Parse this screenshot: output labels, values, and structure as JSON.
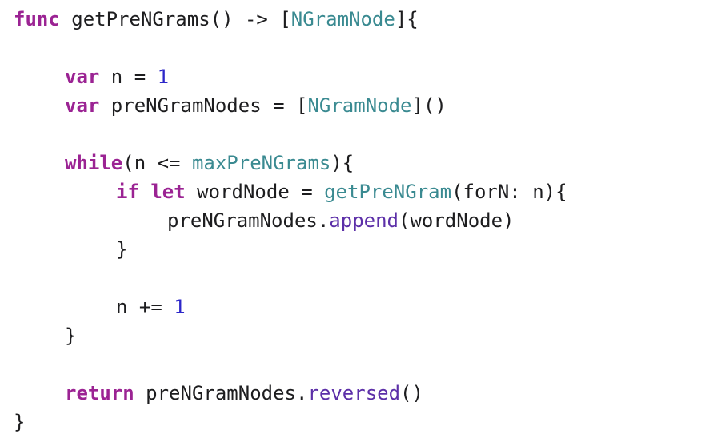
{
  "colors": {
    "background": "#ffffff",
    "keyword": "#9b2393",
    "type": "#3a8a91",
    "number": "#2d27c9",
    "function_call": "#5c2fa8",
    "plain": "#1d1d1f"
  },
  "code": {
    "line1": {
      "kw": "func",
      "a": " getPreNGrams() -> [",
      "type": "NGramNode",
      "b": "]{"
    },
    "line2": {
      "kw": "var",
      "a": " n = ",
      "num": "1"
    },
    "line3": {
      "kw": "var",
      "a": " preNGramNodes = [",
      "type": "NGramNode",
      "b": "]()"
    },
    "line4": {
      "kw": "while",
      "a": "(n <= ",
      "ident": "maxPreNGrams",
      "b": "){"
    },
    "line5": {
      "kw1": "if",
      "kw2": "let",
      "a": " wordNode = ",
      "fn": "getPreNGram",
      "b": "(forN: n){"
    },
    "line6": {
      "a": "preNGramNodes.",
      "fn": "append",
      "b": "(wordNode)"
    },
    "line7": {
      "a": "}"
    },
    "line8": {
      "a": "n += ",
      "num": "1"
    },
    "line9": {
      "a": "}"
    },
    "line10": {
      "kw": "return",
      "a": " preNGramNodes.",
      "fn": "reversed",
      "b": "()"
    },
    "line11": {
      "a": "}"
    }
  }
}
